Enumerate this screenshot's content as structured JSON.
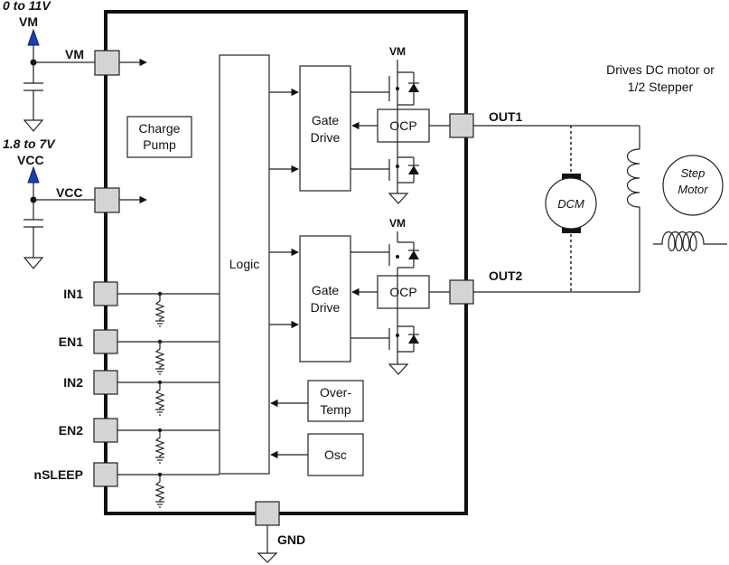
{
  "supplies": {
    "vm_range": "0 to 11V",
    "vm_label": "VM",
    "vcc_range": "1.8 to 7V",
    "vcc_label": "VCC"
  },
  "pins": {
    "vm": "VM",
    "vcc": "VCC",
    "in1": "IN1",
    "en1": "EN1",
    "in2": "IN2",
    "en2": "EN2",
    "nsleep": "nSLEEP",
    "out1": "OUT1",
    "out2": "OUT2",
    "gnd": "GND"
  },
  "blocks": {
    "charge_pump": [
      "Charge",
      "Pump"
    ],
    "logic": "Logic",
    "gate_drive": [
      "Gate",
      "Drive"
    ],
    "ocp": "OCP",
    "over_temp": [
      "Over-",
      "Temp"
    ],
    "osc": "Osc",
    "vm_rail": "VM"
  },
  "load": {
    "caption": [
      "Drives DC motor or",
      "1/2 Stepper"
    ],
    "dcm": "DCM",
    "step_motor": [
      "Step",
      "Motor"
    ]
  },
  "colors": {
    "supply_arrow": "#1a3fb5",
    "pin_fill": "#d4d4d4",
    "line": "#222222"
  }
}
